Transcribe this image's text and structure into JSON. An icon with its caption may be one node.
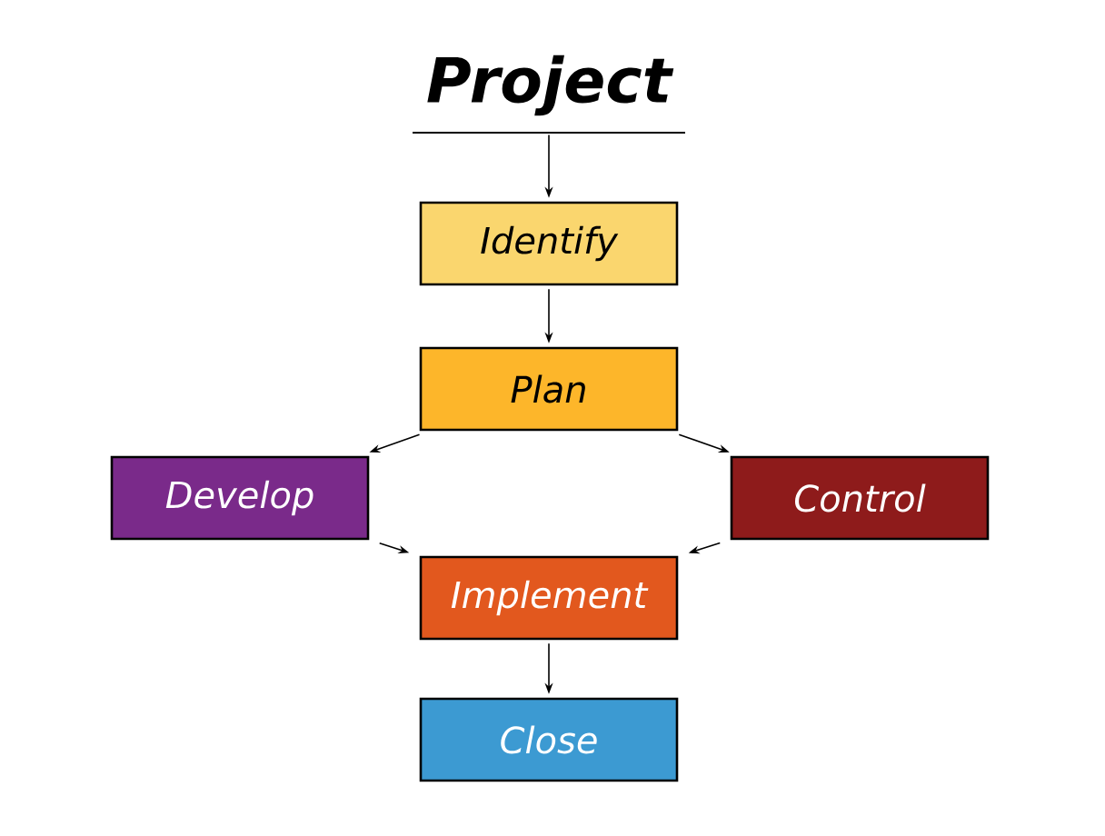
{
  "diagram": {
    "nodes": [
      {
        "text": [
          "Project"
        ]
      },
      {
        "text": [
          "Identify"
        ]
      },
      {
        "text": [
          "Plan"
        ]
      },
      {
        "text": [
          "Develop"
        ]
      },
      {
        "text": [
          "Control"
        ]
      },
      {
        "text": [
          "Implement"
        ]
      },
      {
        "text": [
          "Close"
        ]
      }
    ],
    "edges": [
      {
        "from": 0,
        "to": 1,
        "arrow": "to"
      },
      {
        "from": 1,
        "to": 2,
        "arrow": "to"
      },
      {
        "from": 2,
        "to": 3,
        "arrow": "to"
      },
      {
        "from": 2,
        "to": 4,
        "arrow": "to"
      },
      {
        "from": 3,
        "to": 5,
        "arrow": "to"
      },
      {
        "from": 4,
        "to": 5,
        "arrow": "to"
      },
      {
        "from": 5,
        "to": 6,
        "arrow": "to"
      }
    ]
  }
}
